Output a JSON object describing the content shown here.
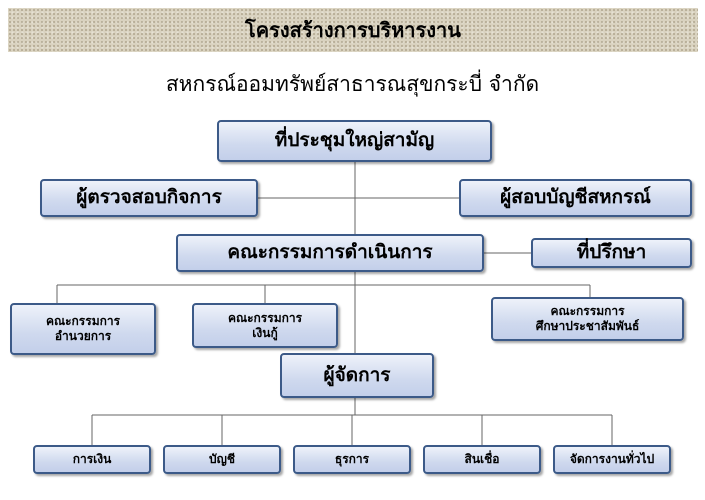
{
  "banner": {
    "title": "โครงสร้างการบริหารงาน"
  },
  "organization": "สหกรณ์ออมทรัพย์สาธารณสุขกระบี่ จำกัด",
  "nodes": {
    "general_meeting": "ที่ประชุมใหญ่สามัญ",
    "inspector": "ผู้ตรวจสอบกิจการ",
    "auditor": "ผู้สอบบัญชีสหกรณ์",
    "board": "คณะกรรมการดำเนินการ",
    "advisor": "ที่ปรึกษา",
    "admin_committee": {
      "line1": "คณะกรรมการ",
      "line2": "อำนวยการ"
    },
    "loan_committee": {
      "line1": "คณะกรรมการ",
      "line2": "เงินกู้"
    },
    "education_committee": {
      "line1": "คณะกรรมการ",
      "line2": "ศึกษาประชาสัมพันธ์"
    },
    "manager": "ผู้จัดการ",
    "finance": "การเงิน",
    "accounting": "บัญชี",
    "clerical": "ธุรการ",
    "credit": "สินเชื่อ",
    "general_management": "จัดการงานทั่วไป"
  }
}
